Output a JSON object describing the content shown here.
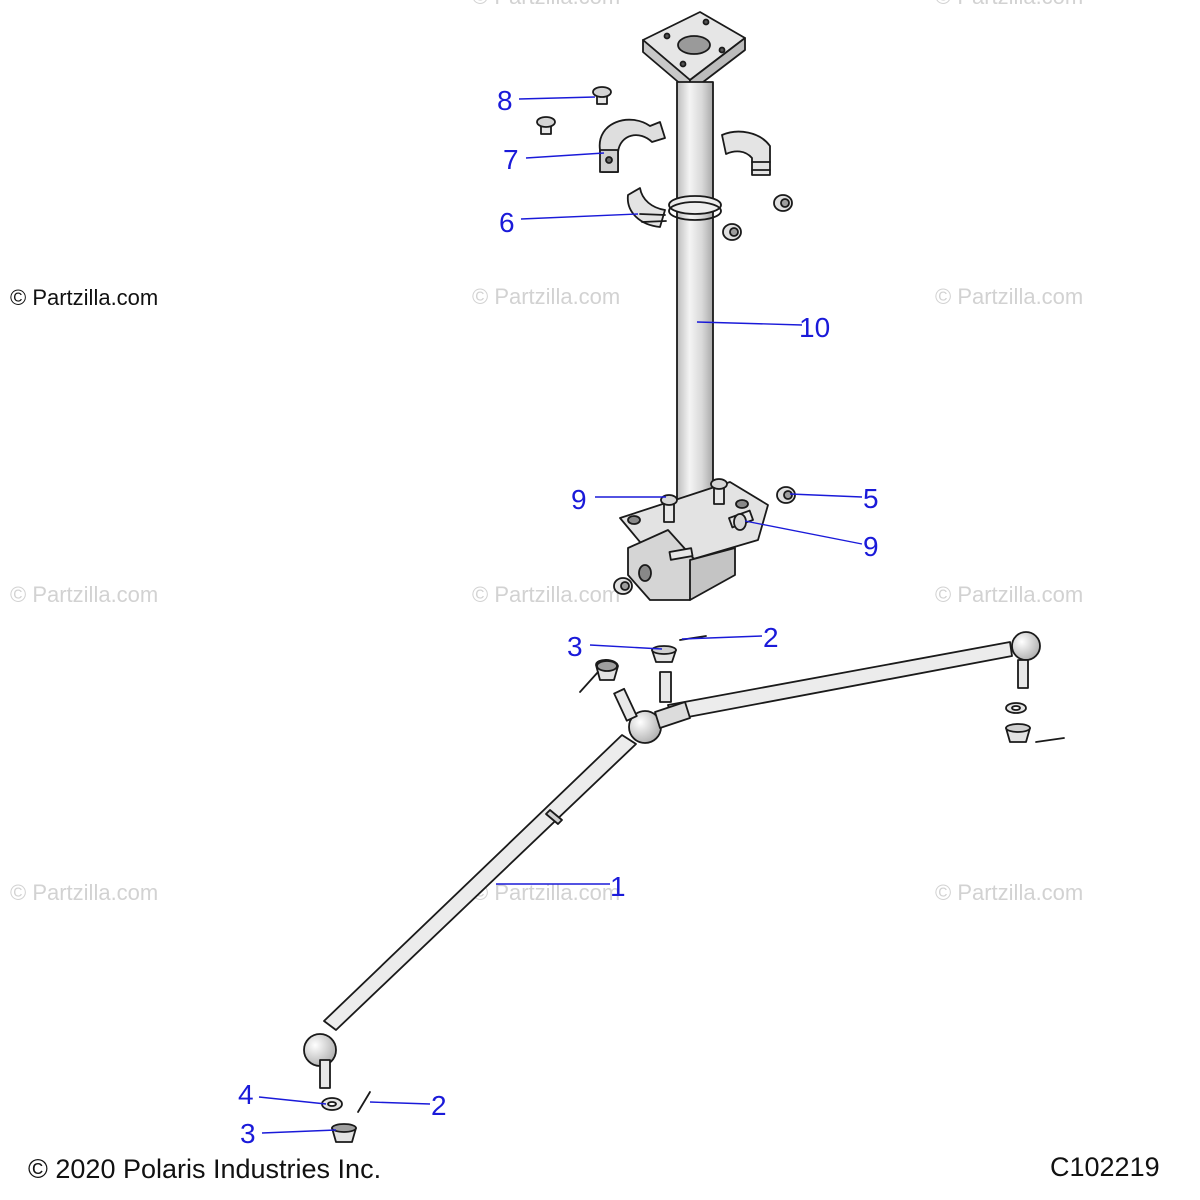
{
  "colors": {
    "callout": "#1a1ad9",
    "leader": "#1a1ad9",
    "outline": "#1a1a1a",
    "watermark": "#d2d2d2",
    "text": "#111111"
  },
  "watermark": "© Partzilla.com",
  "watermark_dark": "© Partzilla.com",
  "copyright": "© 2020 Polaris Industries Inc.",
  "diagram_code": "C102219",
  "callouts": {
    "c1": "1",
    "c2a": "2",
    "c2b": "2",
    "c3a": "3",
    "c3b": "3",
    "c4": "4",
    "c5": "5",
    "c6": "6",
    "c7": "7",
    "c8": "8",
    "c9a": "9",
    "c9b": "9",
    "c10": "10"
  }
}
